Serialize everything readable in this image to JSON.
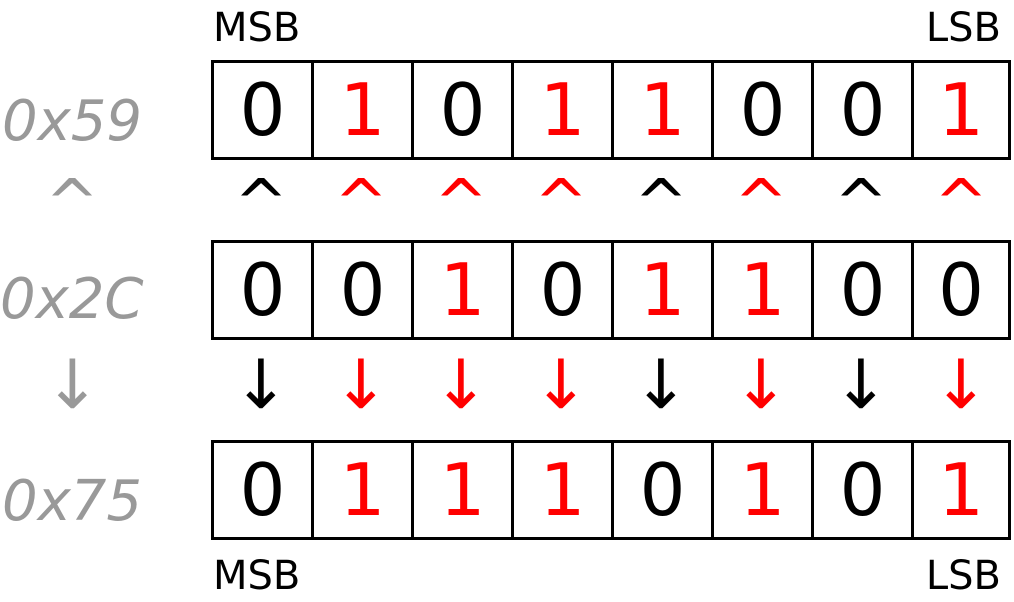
{
  "colors": {
    "changed": "#ff0000",
    "unchanged": "#000000",
    "label": "#999999"
  },
  "edge_labels": {
    "top_left": "MSB",
    "top_right": "LSB",
    "bottom_left": "MSB",
    "bottom_right": "LSB"
  },
  "registers": [
    {
      "hex": "0x59",
      "bits": [
        "0",
        "1",
        "0",
        "1",
        "1",
        "0",
        "0",
        "1"
      ],
      "highlight": [
        false,
        true,
        false,
        true,
        true,
        false,
        false,
        true
      ]
    },
    {
      "hex": "0x2C",
      "bits": [
        "0",
        "0",
        "1",
        "0",
        "1",
        "1",
        "0",
        "0"
      ],
      "highlight": [
        false,
        false,
        true,
        false,
        true,
        true,
        false,
        false
      ]
    },
    {
      "hex": "0x75",
      "bits": [
        "0",
        "1",
        "1",
        "1",
        "0",
        "1",
        "0",
        "1"
      ],
      "highlight": [
        false,
        true,
        true,
        true,
        false,
        true,
        false,
        true
      ]
    }
  ],
  "operators": [
    {
      "symbol": "^",
      "highlight": [
        false,
        true,
        true,
        true,
        false,
        true,
        false,
        true
      ]
    },
    {
      "symbol": "↓",
      "highlight": [
        false,
        true,
        true,
        true,
        false,
        true,
        false,
        true
      ]
    }
  ]
}
